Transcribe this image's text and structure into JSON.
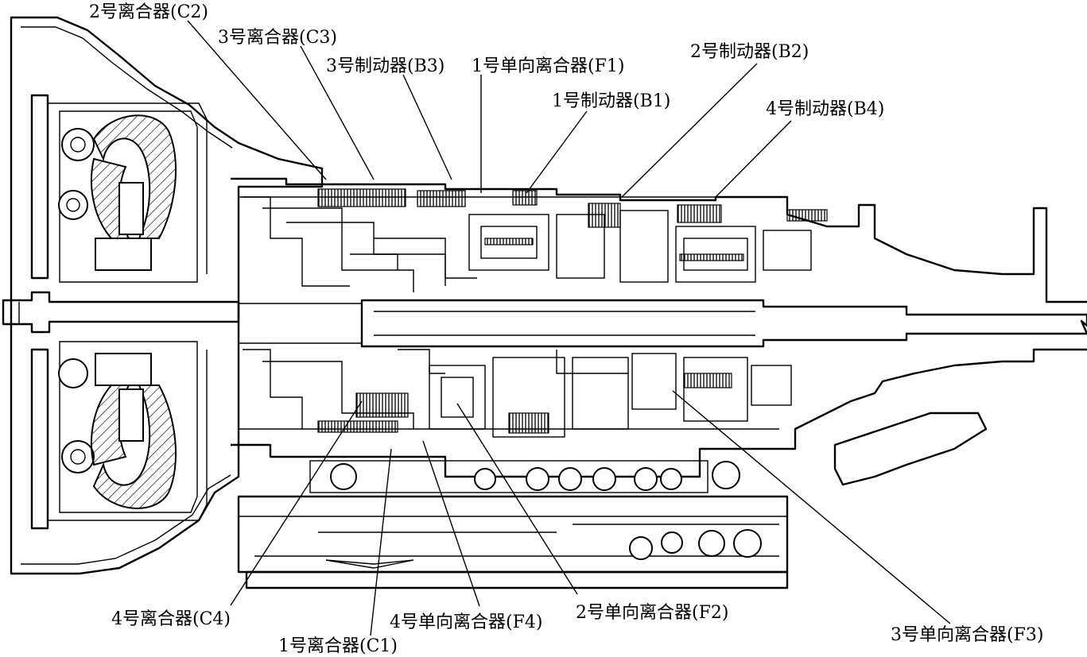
{
  "labels": {
    "c2": "2号离合器(C2)",
    "c3": "3号离合器(C3)",
    "b3": "3号制动器(B3)",
    "f1": "1号单向离合器(F1)",
    "b2": "2号制动器(B2)",
    "b1": "1号制动器(B1)",
    "b4": "4号制动器(B4)",
    "c4": "4号离合器(C4)",
    "c1": "1号离合器(C1)",
    "f4": "4号单向离合器(F4)",
    "f2": "2号单向离合器(F2)",
    "f3": "3号单向离合器(F3)"
  },
  "colors": {
    "ink": "#000000",
    "paper": "#ffffff"
  }
}
